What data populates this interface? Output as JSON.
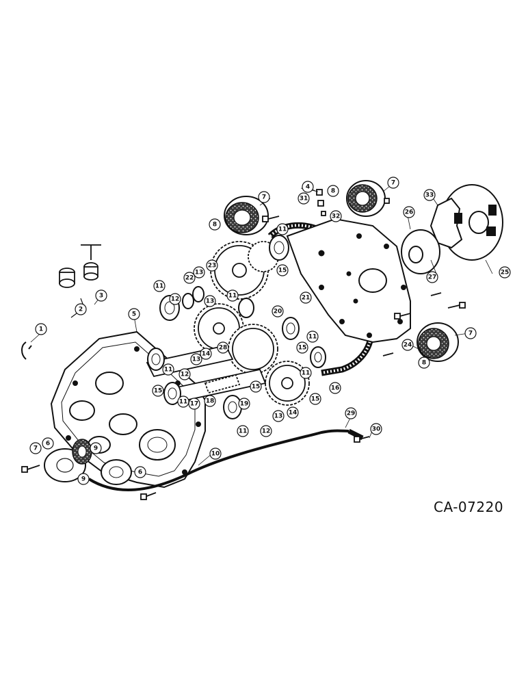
{
  "drawing_code": "CA-07220",
  "callouts": [
    "1",
    "2",
    "3",
    "4",
    "5",
    "6",
    "7",
    "8",
    "9",
    "10",
    "11",
    "12",
    "13",
    "14",
    "15",
    "16",
    "17",
    "18",
    "19",
    "20",
    "21",
    "22",
    "23",
    "24",
    "25",
    "26",
    "27",
    "28",
    "29",
    "30",
    "31",
    "32",
    "33"
  ],
  "colors": {
    "ink": "#111111",
    "paper": "#ffffff",
    "seal": "#2a2a2a"
  }
}
